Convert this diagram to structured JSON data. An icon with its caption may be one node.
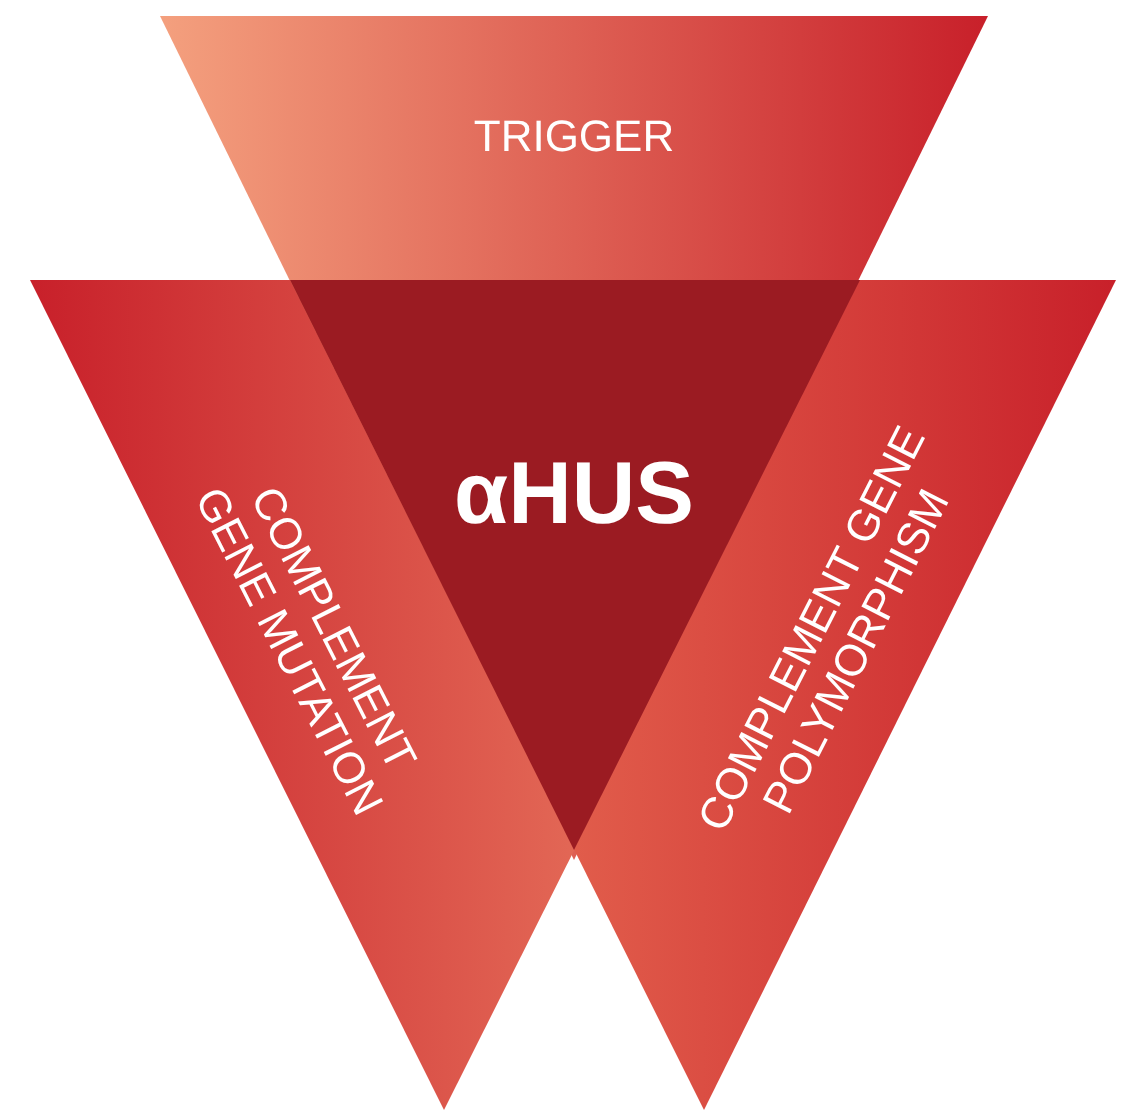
{
  "diagram": {
    "nodes": [
      {
        "text": [
          "TRIGGER"
        ]
      },
      {
        "text": [
          "COMPLEMENT GENE MUTATION"
        ]
      },
      {
        "text": [
          "COMPLEMENT GENE POLYMORPHISM"
        ]
      },
      {
        "text": [
          "αHUS"
        ]
      }
    ]
  }
}
